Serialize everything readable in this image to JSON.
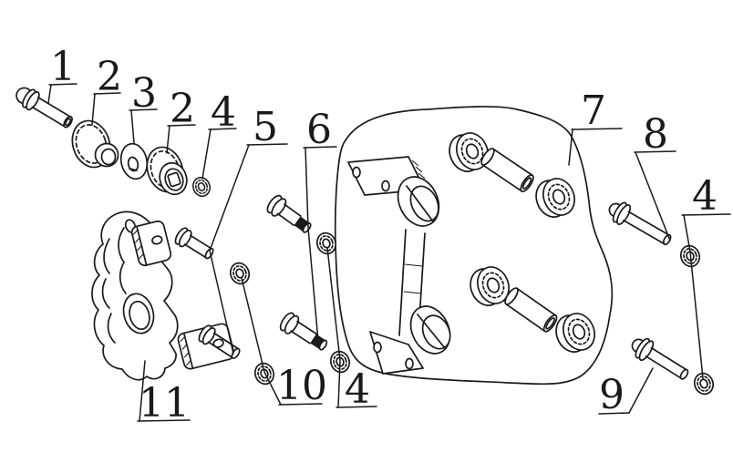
{
  "figure": {
    "type": "exploded-parts-diagram",
    "background_color": "#ffffff",
    "line_color": "#1a1a1a",
    "callouts": [
      {
        "label": "1"
      },
      {
        "label": "2"
      },
      {
        "label": "3"
      },
      {
        "label": "2"
      },
      {
        "label": "4"
      },
      {
        "label": "5"
      },
      {
        "label": "6"
      },
      {
        "label": "7"
      },
      {
        "label": "8"
      },
      {
        "label": "4"
      },
      {
        "label": "9"
      },
      {
        "label": "10"
      },
      {
        "label": "4"
      },
      {
        "label": "11"
      }
    ]
  }
}
